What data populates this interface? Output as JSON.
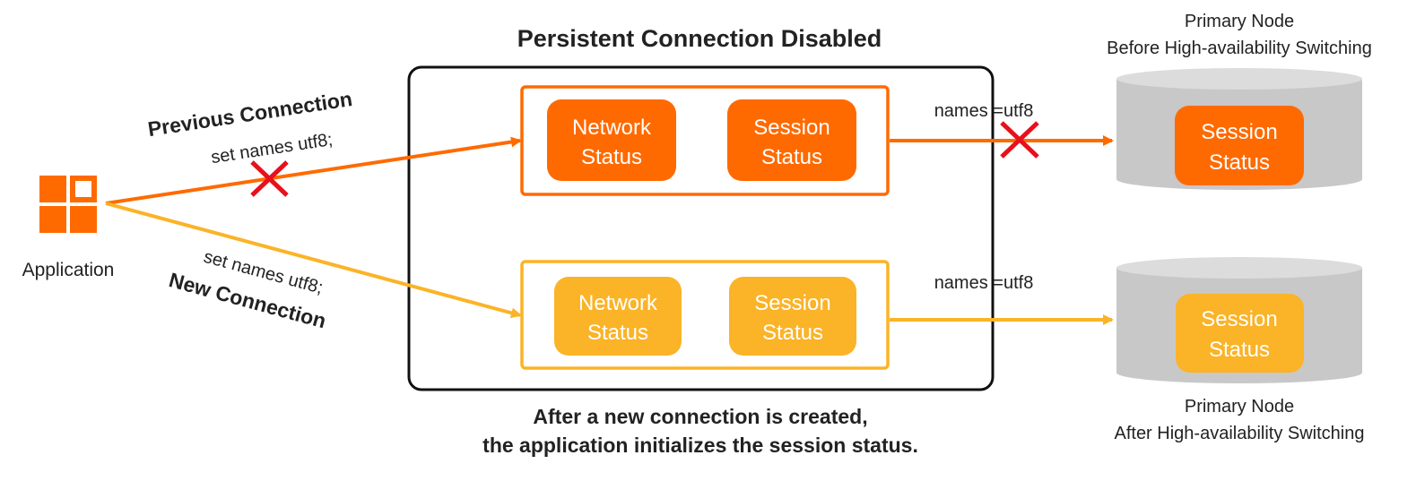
{
  "title": "Persistent Connection Disabled",
  "application": {
    "label": "Application",
    "icon": "application-grid-icon"
  },
  "previous_connection": {
    "title": "Previous  Connection",
    "command": "set names utf8;",
    "network_status": [
      "Network",
      "Status"
    ],
    "session_status": [
      "Session",
      "Status"
    ],
    "link_label": "names =utf8",
    "broken_icon": "red-cross-icon"
  },
  "new_connection": {
    "title": "New Connection",
    "command": "set names utf8;",
    "network_status": [
      "Network",
      "Status"
    ],
    "session_status": [
      "Session",
      "Status"
    ],
    "link_label": "names =utf8"
  },
  "node_before": {
    "caption": [
      "Primary Node",
      "Before High-availability Switching"
    ],
    "session_status": [
      "Session",
      "Status"
    ]
  },
  "node_after": {
    "caption": [
      "Primary Node",
      "After High-availability Switching"
    ],
    "session_status": [
      "Session",
      "Status"
    ]
  },
  "footer": [
    "After a new connection is created,",
    "the application initializes the session status."
  ],
  "colors": {
    "orange": "#FF6A00",
    "amber": "#FBB327",
    "gray_cylinder": "#C8C8C8",
    "gray_cylinder_top": "#DCDCDC",
    "cross": "#E8101B",
    "frame": "#111111"
  }
}
